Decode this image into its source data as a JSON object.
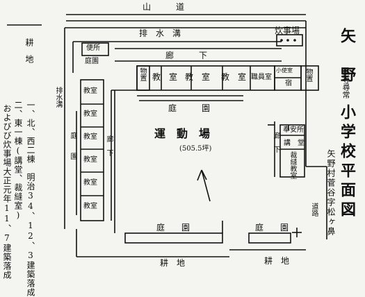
{
  "labels": {
    "mountain_road": "山　　　道",
    "drain_top": "排　水　溝",
    "drain_left": "排水溝",
    "kitchen": "炊事場",
    "toilet": "便所",
    "garden_top": "庭園",
    "garden_left": "庭　　園",
    "garden_mid": "庭　　　園",
    "corridor_top": "廊　　　下",
    "corridor_left": "廊　下",
    "corridor_right": "廊　下",
    "storage_1": "物置",
    "storage_2": "物置",
    "classroom": "教　室",
    "classroom_left": "教室",
    "staff_room": "職員室",
    "janitor": "小使室",
    "night_duty": "宿",
    "hoanjo": "奉安所",
    "hall": "講　堂",
    "sewing_room": "裁縫教室",
    "playground": "運　動　場",
    "area": "(505.5坪)",
    "garden_bottom_left": "庭　　園",
    "garden_bottom_right": "庭　　園",
    "field_bottom": "耕　地",
    "field_bottom_right": "耕　地",
    "road_right": "道路",
    "field_left": "耕　地"
  },
  "title": {
    "school": "矢　野",
    "school_sub": "高等尋常",
    "main": "小学校平面図",
    "location": "矢野村菅谷字松ヶ鼻"
  },
  "notes": [
    "一、北、西二棟　明治34、12、3建築落成",
    "二、東一棟(講堂、裁縫室)",
    "およびび炊事場大正元年11、7建築落成"
  ]
}
